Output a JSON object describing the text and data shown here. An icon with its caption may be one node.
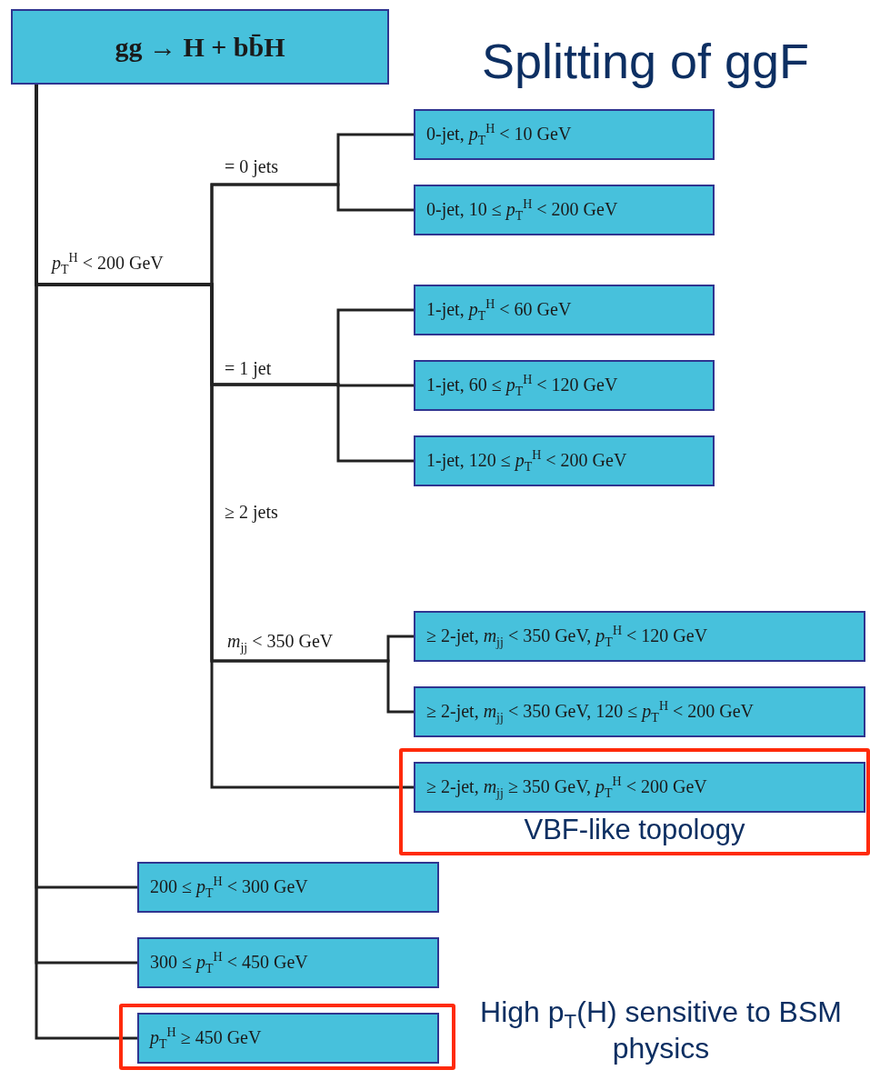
{
  "diagram": {
    "title": "Splitting of ggF",
    "nodes": [
      {
        "text": [
          "gg → H + bb̄H"
        ]
      },
      {
        "text": [
          "0-jet, *p*$_{T}$$^{H}$ < 10 GeV"
        ]
      },
      {
        "text": [
          "0-jet, 10 ≤ *p*$_{T}$$^{H}$ < 200 GeV"
        ]
      },
      {
        "text": [
          "1-jet, *p*$_{T}$$^{H}$ < 60 GeV"
        ]
      },
      {
        "text": [
          "1-jet, 60 ≤ *p*$_{T}$$^{H}$ < 120 GeV"
        ]
      },
      {
        "text": [
          "1-jet, 120 ≤ *p*$_{T}$$^{H}$ < 200 GeV"
        ]
      },
      {
        "text": [
          "≥ 2-jet, *m*$_{jj}$ < 350 GeV, *p*$_{T}$$^{H}$ < 120 GeV"
        ]
      },
      {
        "text": [
          "≥ 2-jet, *m*$_{jj}$ < 350 GeV, 120 ≤ *p*$_{T}$$^{H}$ < 200 GeV"
        ]
      },
      {
        "text": [
          "VBF-like topology"
        ]
      },
      {
        "text": [
          "≥ 2-jet, *m*$_{jj}$ ≥ 350 GeV, *p*$_{T}$$^{H}$ < 200 GeV"
        ],
        "in": 8
      },
      {
        "text": [
          "200 ≤ *p*$_{T}$$^{H}$ < 300 GeV"
        ]
      },
      {
        "text": [
          "300 ≤ *p*$_{T}$$^{H}$ < 450 GeV"
        ]
      },
      {
        "text": [],
        "shape": "box",
        "beside": [
          "High p$_{T}$(H) sensitive to BSM physics"
        ]
      },
      {
        "text": [
          "*p*$_{T}$$^{H}$ ≥ 450 GeV"
        ],
        "in": 12
      }
    ],
    "edges": [
      {
        "from": 0,
        "to": 1,
        "arrow": "none"
      },
      {
        "from": 0,
        "to": 2,
        "arrow": "none"
      },
      {
        "from": 0,
        "to": 3,
        "arrow": "none"
      },
      {
        "from": 0,
        "to": 4,
        "arrow": "none"
      },
      {
        "from": 0,
        "to": 5,
        "arrow": "none"
      },
      {
        "from": 0,
        "to": 6,
        "arrow": "none"
      },
      {
        "from": 0,
        "to": 7,
        "arrow": "none"
      },
      {
        "from": 0,
        "to": 9,
        "arrow": "none"
      },
      {
        "from": 0,
        "to": 10,
        "arrow": "none"
      },
      {
        "from": 0,
        "to": 11,
        "arrow": "none"
      },
      {
        "from": 0,
        "to": 13,
        "arrow": "none"
      }
    ],
    "labels": [
      "*p*$_{T}$$^{H}$ < 200 GeV",
      "= 0 jets",
      "= 1 jet",
      "≥ 2 jets",
      "*m*$_{jj}$ < 350 GeV"
    ]
  }
}
